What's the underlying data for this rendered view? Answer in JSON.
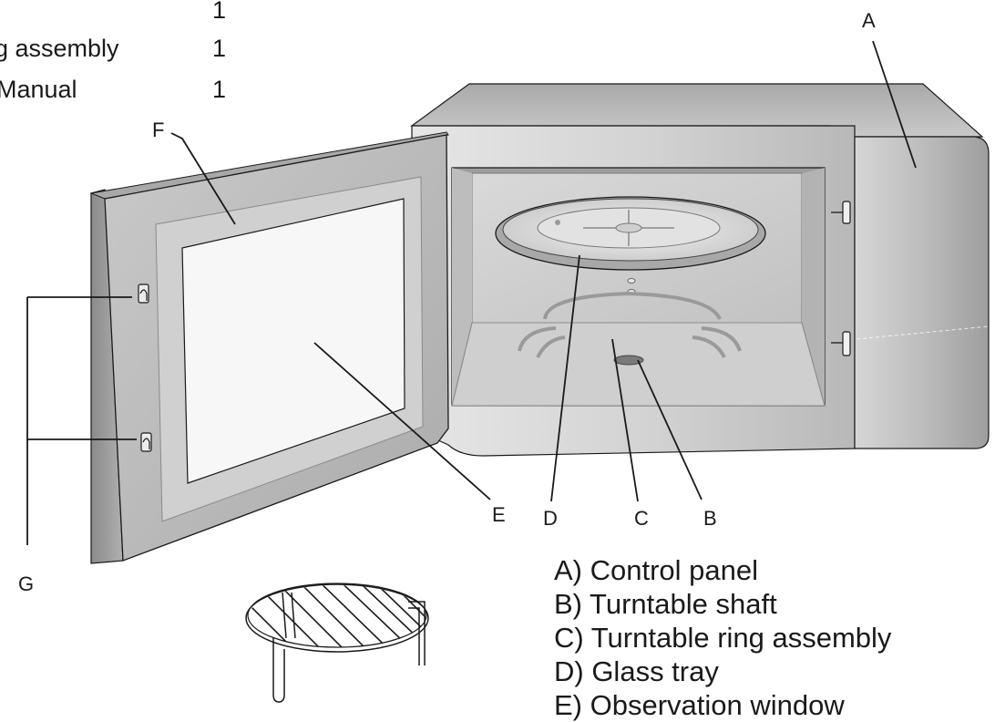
{
  "top_list": [
    {
      "text": "",
      "qty": "1"
    },
    {
      "text": "g assembly",
      "qty": "1"
    },
    {
      "text": "Manual",
      "qty": "1"
    }
  ],
  "callouts": {
    "A": "A",
    "B": "B",
    "C": "C",
    "D": "D",
    "E": "E",
    "F": "F",
    "G": "G"
  },
  "legend": [
    "A) Control panel",
    "B) Turntable shaft",
    "C) Turntable ring assembly",
    "D) Glass tray",
    "E) Observation window"
  ],
  "colors": {
    "line": "#1a1a1a",
    "body_light": "#d8d8d8",
    "body_dark": "#9a9a9a",
    "panel": "#c4c4c4"
  }
}
